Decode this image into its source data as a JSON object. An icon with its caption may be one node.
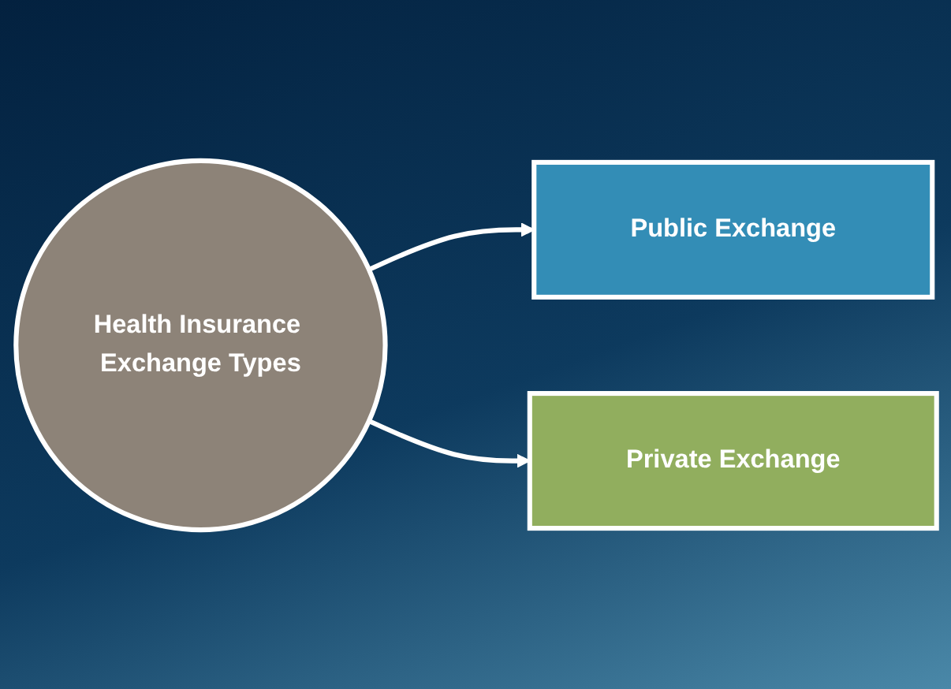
{
  "diagram": {
    "nodes": [
      {
        "text": [
          "Health Insurance Exchange Types"
        ]
      },
      {
        "text": [
          "Public Exchange"
        ]
      },
      {
        "text": [
          "Private Exchange"
        ]
      }
    ],
    "edges": [
      {
        "from": 0,
        "to": 1,
        "arrow": "to"
      },
      {
        "from": 0,
        "to": 2,
        "arrow": "to"
      }
    ]
  }
}
